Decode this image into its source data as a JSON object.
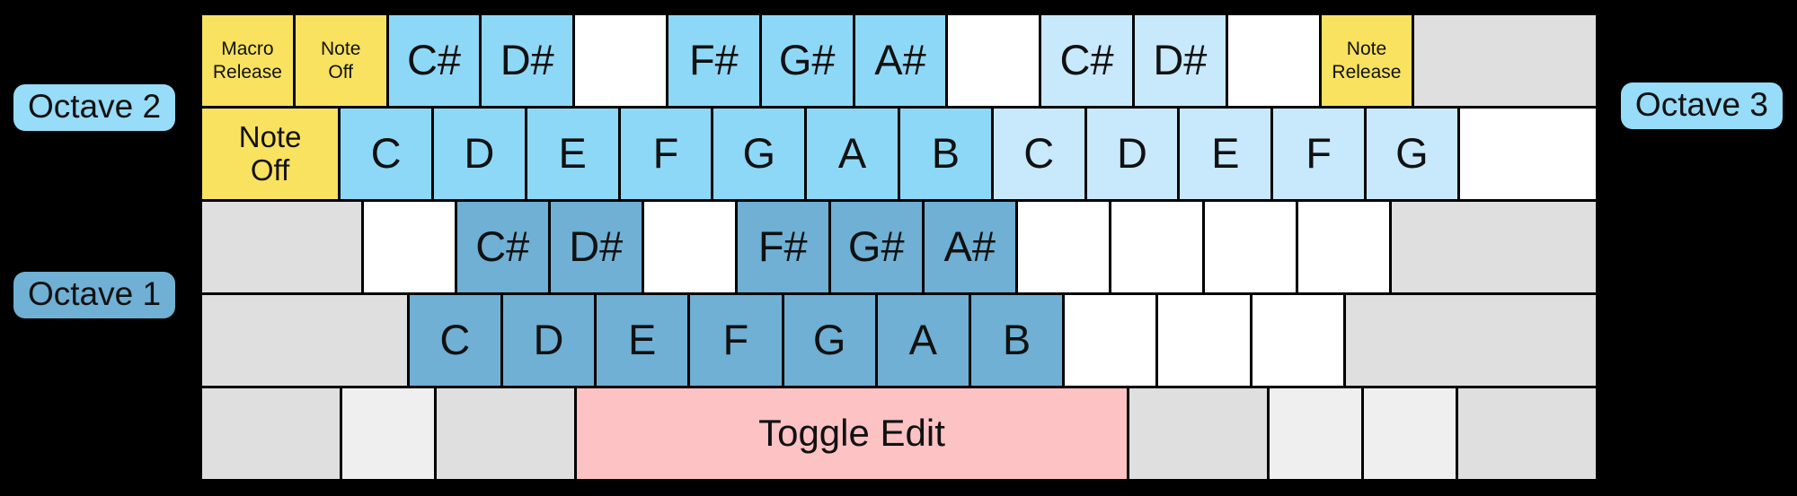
{
  "colors": {
    "bg": "#000000",
    "yellow": "#F8E25F",
    "blue2": "#8ED8F7",
    "blue3": "#C7E9FB",
    "blue1": "#6FB0D4",
    "white": "#FFFFFF",
    "gray": "#DFDFDF",
    "graylight": "#EFEFEF",
    "pink": "#FCC2C4",
    "labelBlue": "#97DCF8",
    "labelSteel": "#6FB0D4"
  },
  "labels": {
    "octave2": {
      "text": "Octave 2"
    },
    "octave1": {
      "text": "Octave 1"
    },
    "octave3": {
      "text": "Octave 3"
    }
  },
  "keyboard": {
    "rows": [
      {
        "keys": [
          {
            "id": "grave",
            "lines": [
              "Macro",
              "Release"
            ],
            "color": "yellow",
            "u": 1,
            "size": "sm"
          },
          {
            "id": "1",
            "lines": [
              "Note",
              "Off"
            ],
            "color": "yellow",
            "u": 1,
            "size": "sm"
          },
          {
            "id": "2",
            "label": "C#",
            "color": "blue2",
            "u": 1,
            "size": "note"
          },
          {
            "id": "3",
            "label": "D#",
            "color": "blue2",
            "u": 1,
            "size": "note"
          },
          {
            "id": "4",
            "label": "",
            "color": "white",
            "u": 1
          },
          {
            "id": "5",
            "label": "F#",
            "color": "blue2",
            "u": 1,
            "size": "note"
          },
          {
            "id": "6",
            "label": "G#",
            "color": "blue2",
            "u": 1,
            "size": "note"
          },
          {
            "id": "7",
            "label": "A#",
            "color": "blue2",
            "u": 1,
            "size": "note"
          },
          {
            "id": "8",
            "label": "",
            "color": "white",
            "u": 1
          },
          {
            "id": "9",
            "label": "C#",
            "color": "blue3",
            "u": 1,
            "size": "note"
          },
          {
            "id": "0",
            "label": "D#",
            "color": "blue3",
            "u": 1,
            "size": "note"
          },
          {
            "id": "minus",
            "label": "",
            "color": "white",
            "u": 1
          },
          {
            "id": "equals",
            "lines": [
              "Note",
              "Release"
            ],
            "color": "yellow",
            "u": 1,
            "size": "sm"
          },
          {
            "id": "backspace",
            "label": "",
            "color": "gray",
            "u": 2
          }
        ]
      },
      {
        "keys": [
          {
            "id": "tab",
            "lines": [
              "Note",
              "Off"
            ],
            "color": "yellow",
            "u": 1.5,
            "size": "md"
          },
          {
            "id": "q",
            "label": "C",
            "color": "blue2",
            "u": 1,
            "size": "note"
          },
          {
            "id": "w",
            "label": "D",
            "color": "blue2",
            "u": 1,
            "size": "note"
          },
          {
            "id": "e",
            "label": "E",
            "color": "blue2",
            "u": 1,
            "size": "note"
          },
          {
            "id": "r",
            "label": "F",
            "color": "blue2",
            "u": 1,
            "size": "note"
          },
          {
            "id": "t",
            "label": "G",
            "color": "blue2",
            "u": 1,
            "size": "note"
          },
          {
            "id": "y",
            "label": "A",
            "color": "blue2",
            "u": 1,
            "size": "note"
          },
          {
            "id": "u",
            "label": "B",
            "color": "blue2",
            "u": 1,
            "size": "note"
          },
          {
            "id": "i",
            "label": "C",
            "color": "blue3",
            "u": 1,
            "size": "note"
          },
          {
            "id": "o",
            "label": "D",
            "color": "blue3",
            "u": 1,
            "size": "note"
          },
          {
            "id": "p",
            "label": "E",
            "color": "blue3",
            "u": 1,
            "size": "note"
          },
          {
            "id": "bracketleft",
            "label": "F",
            "color": "blue3",
            "u": 1,
            "size": "note"
          },
          {
            "id": "bracketright",
            "label": "G",
            "color": "blue3",
            "u": 1,
            "size": "note"
          },
          {
            "id": "backslash",
            "label": "",
            "color": "white",
            "u": 1.5
          }
        ]
      },
      {
        "keys": [
          {
            "id": "caps",
            "label": "",
            "color": "gray",
            "u": 1.75
          },
          {
            "id": "a",
            "label": "",
            "color": "white",
            "u": 1
          },
          {
            "id": "s",
            "label": "C#",
            "color": "blue1",
            "u": 1,
            "size": "note"
          },
          {
            "id": "d",
            "label": "D#",
            "color": "blue1",
            "u": 1,
            "size": "note"
          },
          {
            "id": "f",
            "label": "",
            "color": "white",
            "u": 1
          },
          {
            "id": "g",
            "label": "F#",
            "color": "blue1",
            "u": 1,
            "size": "note"
          },
          {
            "id": "h",
            "label": "G#",
            "color": "blue1",
            "u": 1,
            "size": "note"
          },
          {
            "id": "j",
            "label": "A#",
            "color": "blue1",
            "u": 1,
            "size": "note"
          },
          {
            "id": "k",
            "label": "",
            "color": "white",
            "u": 1
          },
          {
            "id": "l",
            "label": "",
            "color": "white",
            "u": 1
          },
          {
            "id": "semicolon",
            "label": "",
            "color": "white",
            "u": 1
          },
          {
            "id": "quote",
            "label": "",
            "color": "white",
            "u": 1
          },
          {
            "id": "enter",
            "label": "",
            "color": "gray",
            "u": 2.25
          }
        ]
      },
      {
        "keys": [
          {
            "id": "lshift",
            "label": "",
            "color": "gray",
            "u": 2.25
          },
          {
            "id": "z",
            "label": "C",
            "color": "blue1",
            "u": 1,
            "size": "note"
          },
          {
            "id": "x",
            "label": "D",
            "color": "blue1",
            "u": 1,
            "size": "note"
          },
          {
            "id": "c",
            "label": "E",
            "color": "blue1",
            "u": 1,
            "size": "note"
          },
          {
            "id": "v",
            "label": "F",
            "color": "blue1",
            "u": 1,
            "size": "note"
          },
          {
            "id": "b",
            "label": "G",
            "color": "blue1",
            "u": 1,
            "size": "note"
          },
          {
            "id": "n",
            "label": "A",
            "color": "blue1",
            "u": 1,
            "size": "note"
          },
          {
            "id": "m",
            "label": "B",
            "color": "blue1",
            "u": 1,
            "size": "note"
          },
          {
            "id": "comma",
            "label": "",
            "color": "white",
            "u": 1
          },
          {
            "id": "period",
            "label": "",
            "color": "white",
            "u": 1
          },
          {
            "id": "slash",
            "label": "",
            "color": "white",
            "u": 1
          },
          {
            "id": "rshift",
            "label": "",
            "color": "gray",
            "u": 2.75
          }
        ]
      },
      {
        "keys": [
          {
            "id": "lctrl",
            "label": "",
            "color": "gray",
            "u": 1.5
          },
          {
            "id": "lwin",
            "label": "",
            "color": "graylight",
            "u": 1
          },
          {
            "id": "lalt",
            "label": "",
            "color": "gray",
            "u": 1.5
          },
          {
            "id": "space",
            "label": "Toggle Edit",
            "color": "pink",
            "u": 6,
            "size": "lg"
          },
          {
            "id": "ralt",
            "label": "",
            "color": "gray",
            "u": 1.5
          },
          {
            "id": "rwin",
            "label": "",
            "color": "graylight",
            "u": 1
          },
          {
            "id": "menu",
            "label": "",
            "color": "graylight",
            "u": 1
          },
          {
            "id": "rctrl",
            "label": "",
            "color": "gray",
            "u": 1.5
          }
        ]
      }
    ]
  }
}
